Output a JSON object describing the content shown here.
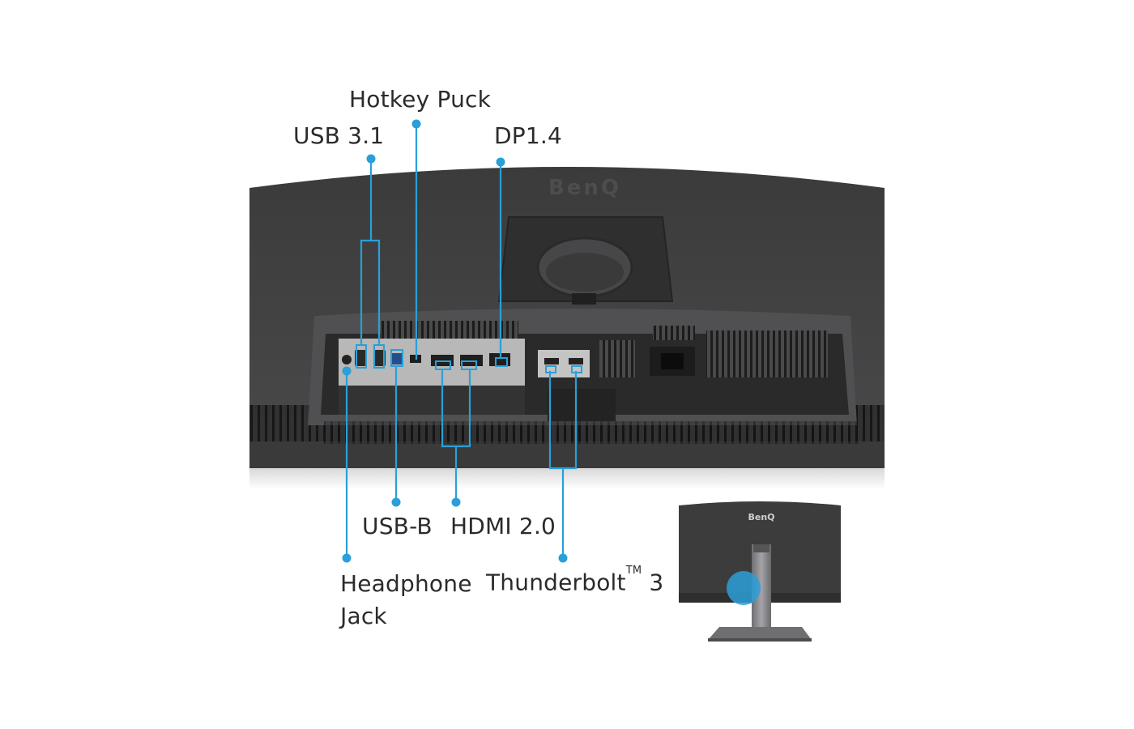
{
  "brand": "BenQ",
  "accent_color": "#2a9fd8",
  "labels": {
    "hotkey_puck": "Hotkey Puck",
    "usb31": "USB 3.1",
    "dp14": "DP1.4",
    "usbb": "USB-B",
    "hdmi20": "HDMI 2.0",
    "headphone_line1": "Headphone",
    "headphone_line2": "Jack",
    "thunderbolt_name": "Thunderbolt",
    "thunderbolt_tm": "TM",
    "thunderbolt_version": "3"
  },
  "icons": {
    "callout_dot": "callout-dot-icon",
    "power_socket": "power-socket-icon",
    "highlight": "highlight-circle-icon"
  }
}
